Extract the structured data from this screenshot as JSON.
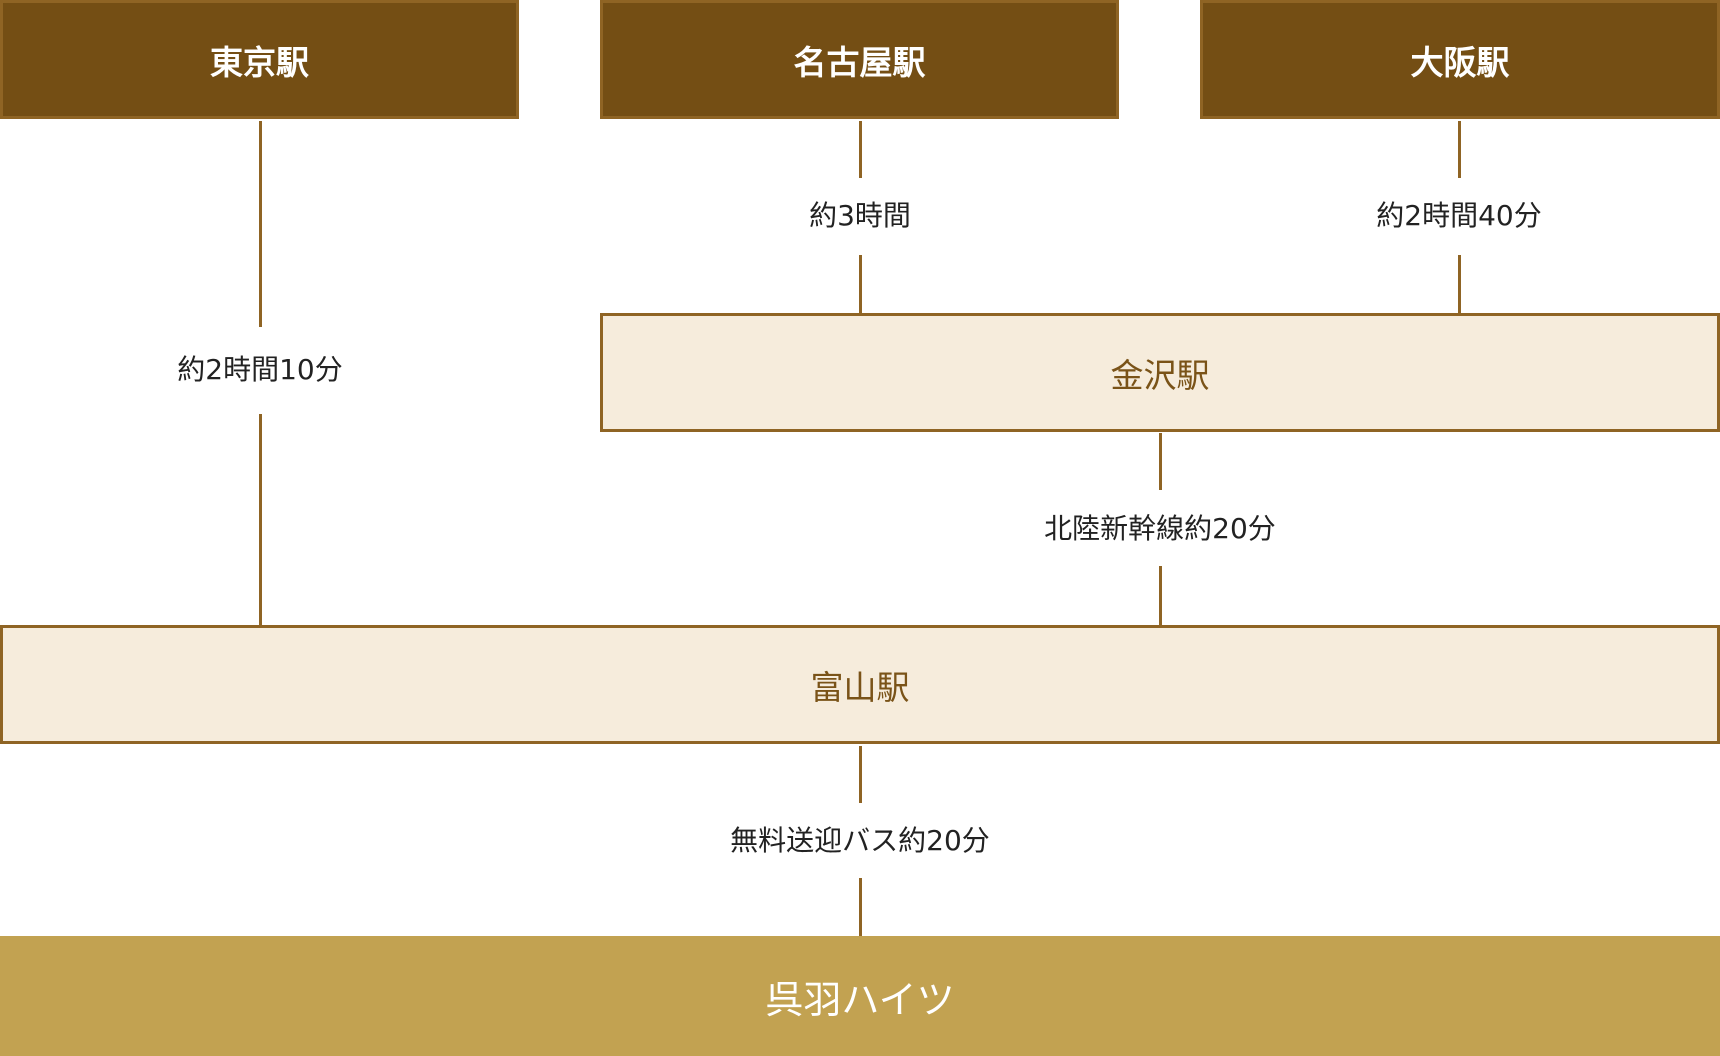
{
  "origins": {
    "tokyo": "東京駅",
    "nagoya": "名古屋駅",
    "osaka": "大阪駅"
  },
  "hubs": {
    "kanazawa": "金沢駅",
    "toyama": "富山駅"
  },
  "destination": "呉羽ハイツ",
  "routes": {
    "tokyo_toyama": "約2時間10分",
    "nagoya_kanazawa": "約3時間",
    "osaka_kanazawa": "約2時間40分",
    "kanazawa_toyama": "北陸新幹線約20分",
    "toyama_destination": "無料送迎バス約20分"
  },
  "colors": {
    "dark": "#744e14",
    "border": "#8f6424",
    "light": "#f6ecdc",
    "destination": "#c2a251"
  }
}
